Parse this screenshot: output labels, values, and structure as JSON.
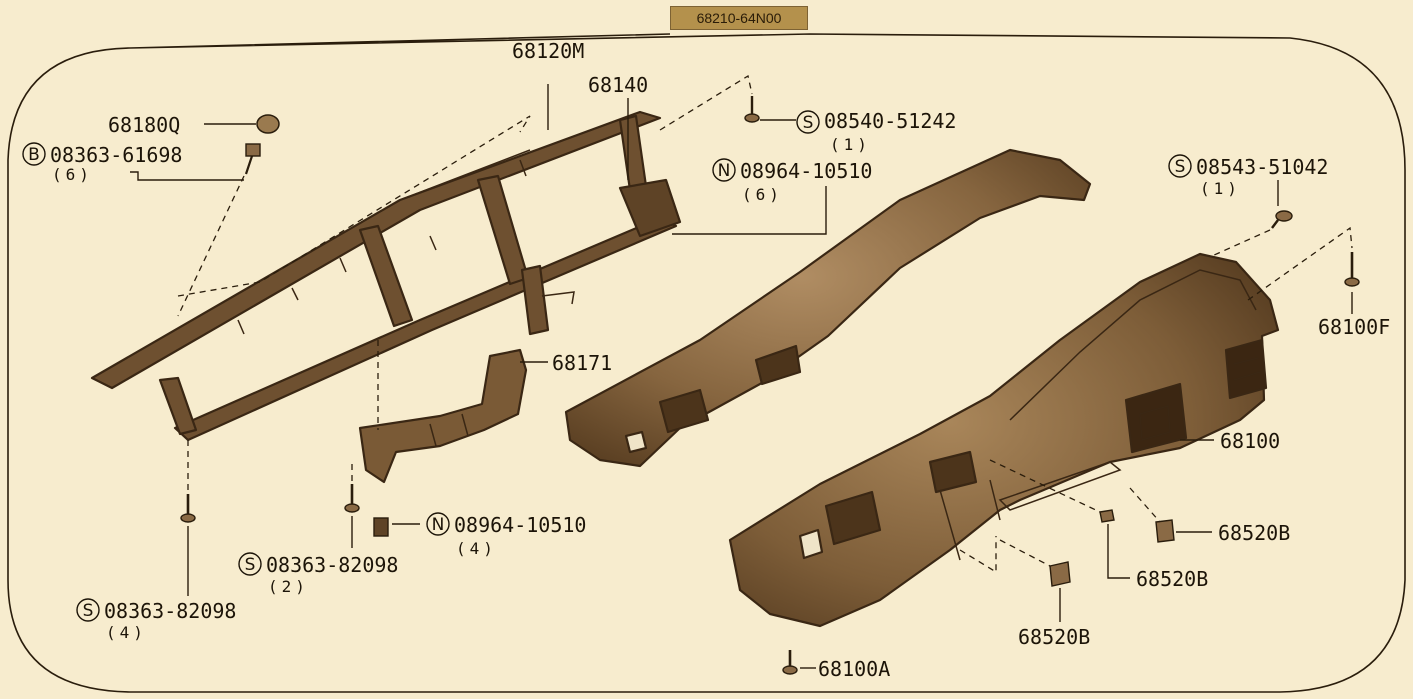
{
  "header": {
    "part_code": "68210-64N00"
  },
  "labels": {
    "l68120M": "68120M",
    "l68140": "68140",
    "l68180Q": "68180Q",
    "l08363_61698": "08363-61698",
    "l08363_61698_qty": "(6)",
    "l08540_51242": "08540-51242",
    "l08540_51242_qty": "(1)",
    "l08964_10510_top": "08964-10510",
    "l08964_10510_top_qty": "(6)",
    "l08543_51042": "08543-51042",
    "l08543_51042_qty": "(1)",
    "l68100F": "68100F",
    "l68171": "68171",
    "l68100": "68100",
    "l08964_10510_bot": "08964-10510",
    "l08964_10510_bot_qty": "(4)",
    "l08363_82098_a": "08363-82098",
    "l08363_82098_a_qty": "(2)",
    "l08363_82098_b": "08363-82098",
    "l08363_82098_b_qty": "(4)",
    "l68520B_a": "68520B",
    "l68520B_b": "68520B",
    "l68520B_c": "68520B",
    "l68100A": "68100A"
  },
  "symbols": {
    "B": "B",
    "S": "S",
    "N": "N"
  },
  "colors": {
    "background": "#f7ecce",
    "badge": "#b4914c",
    "part_fill": "#8a6a45",
    "part_dark": "#5e4326",
    "line": "#2a1d0c"
  }
}
